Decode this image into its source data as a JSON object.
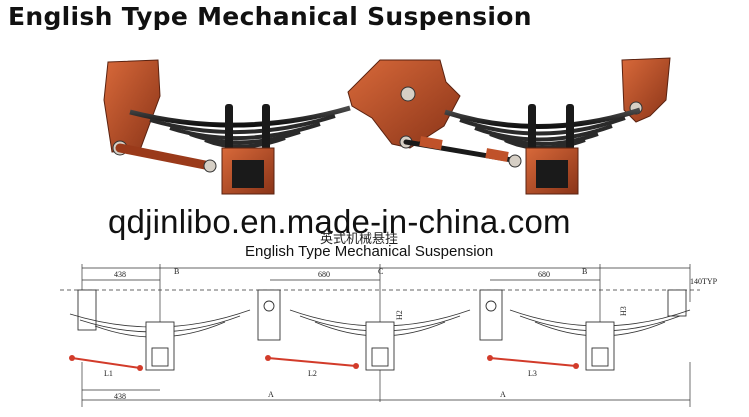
{
  "headline": "English Type Mechanical Suspension",
  "watermark": "qdjinlibo.en.made-in-china.com",
  "drawing": {
    "title": "English Type Mechanical Suspension",
    "chinese_title": "英式机械悬挂",
    "dims": {
      "d438_top": "438",
      "d438_bottom": "438",
      "d680_left": "680",
      "d680_right": "680",
      "B_left": "B",
      "B_right": "B",
      "C": "C",
      "A_left": "A",
      "A_right": "A",
      "H2": "H2",
      "H3": "H3",
      "typ": "140TYP",
      "L1": "L1",
      "L2": "L2",
      "L3": "L3"
    }
  },
  "colors": {
    "hanger": "#c0522a",
    "hanger_dark": "#8a3418",
    "spring": "#2a2a2a",
    "line": "#333333",
    "accent_red": "#d23b2a"
  }
}
